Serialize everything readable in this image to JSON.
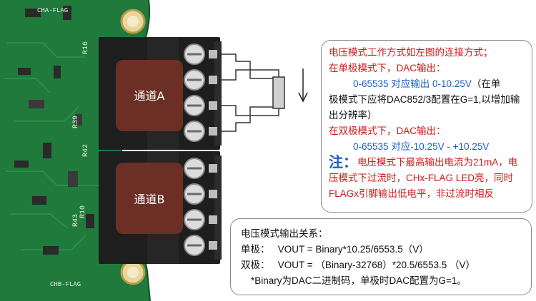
{
  "board": {
    "cha_flag": "CHA-FLAG",
    "chb_flag": "CHB-FLAG",
    "ref_r16": "R16",
    "ref_r39": "R39",
    "ref_r42": "R42",
    "ref_r43": "R43",
    "ref_r10": "R10",
    "channel_a": "通道A",
    "channel_b": "通道B"
  },
  "callout_top": {
    "line1": "电压模式工作方式如左图的连接方式；",
    "line2": "在单极模式下，DAC输出：",
    "line3": "0-65535 对应输出 0-10.25V",
    "line3b": "（在单",
    "line4": "极模式下应将DAC852/3配置在G=1,以增加输",
    "line5": "出分辨率）",
    "line6": "在双极模式下，DAC输出：",
    "line7": "0-65535 对应-10.25V - +10.25V",
    "note_head": "注：",
    "note1": "电压模式下最高输出电流为21mA，电",
    "note2": "压模式下过流时，CHx-FLAG LED亮，同时",
    "note3": "FLAGx引脚输出低电平，非过流时相反"
  },
  "callout_bottom": {
    "title": "电压模式输出关系：",
    "uni_label": "单极：",
    "uni_formula": "VOUT = Binary*10.25/6553.5（V）",
    "bi_label": "双极：",
    "bi_formula": "VOUT = （Binary-32768）*20.5/6553.5 （V）",
    "footnote": "*Binary为DAC二进制码，单极时DAC配置为G=1。"
  },
  "colors": {
    "pcb": "#1f7a3c",
    "connector": "#1e1e1e",
    "label_pad": "#6b2f25",
    "red_text": "#d01818",
    "blue_text": "#1a5cc8"
  }
}
